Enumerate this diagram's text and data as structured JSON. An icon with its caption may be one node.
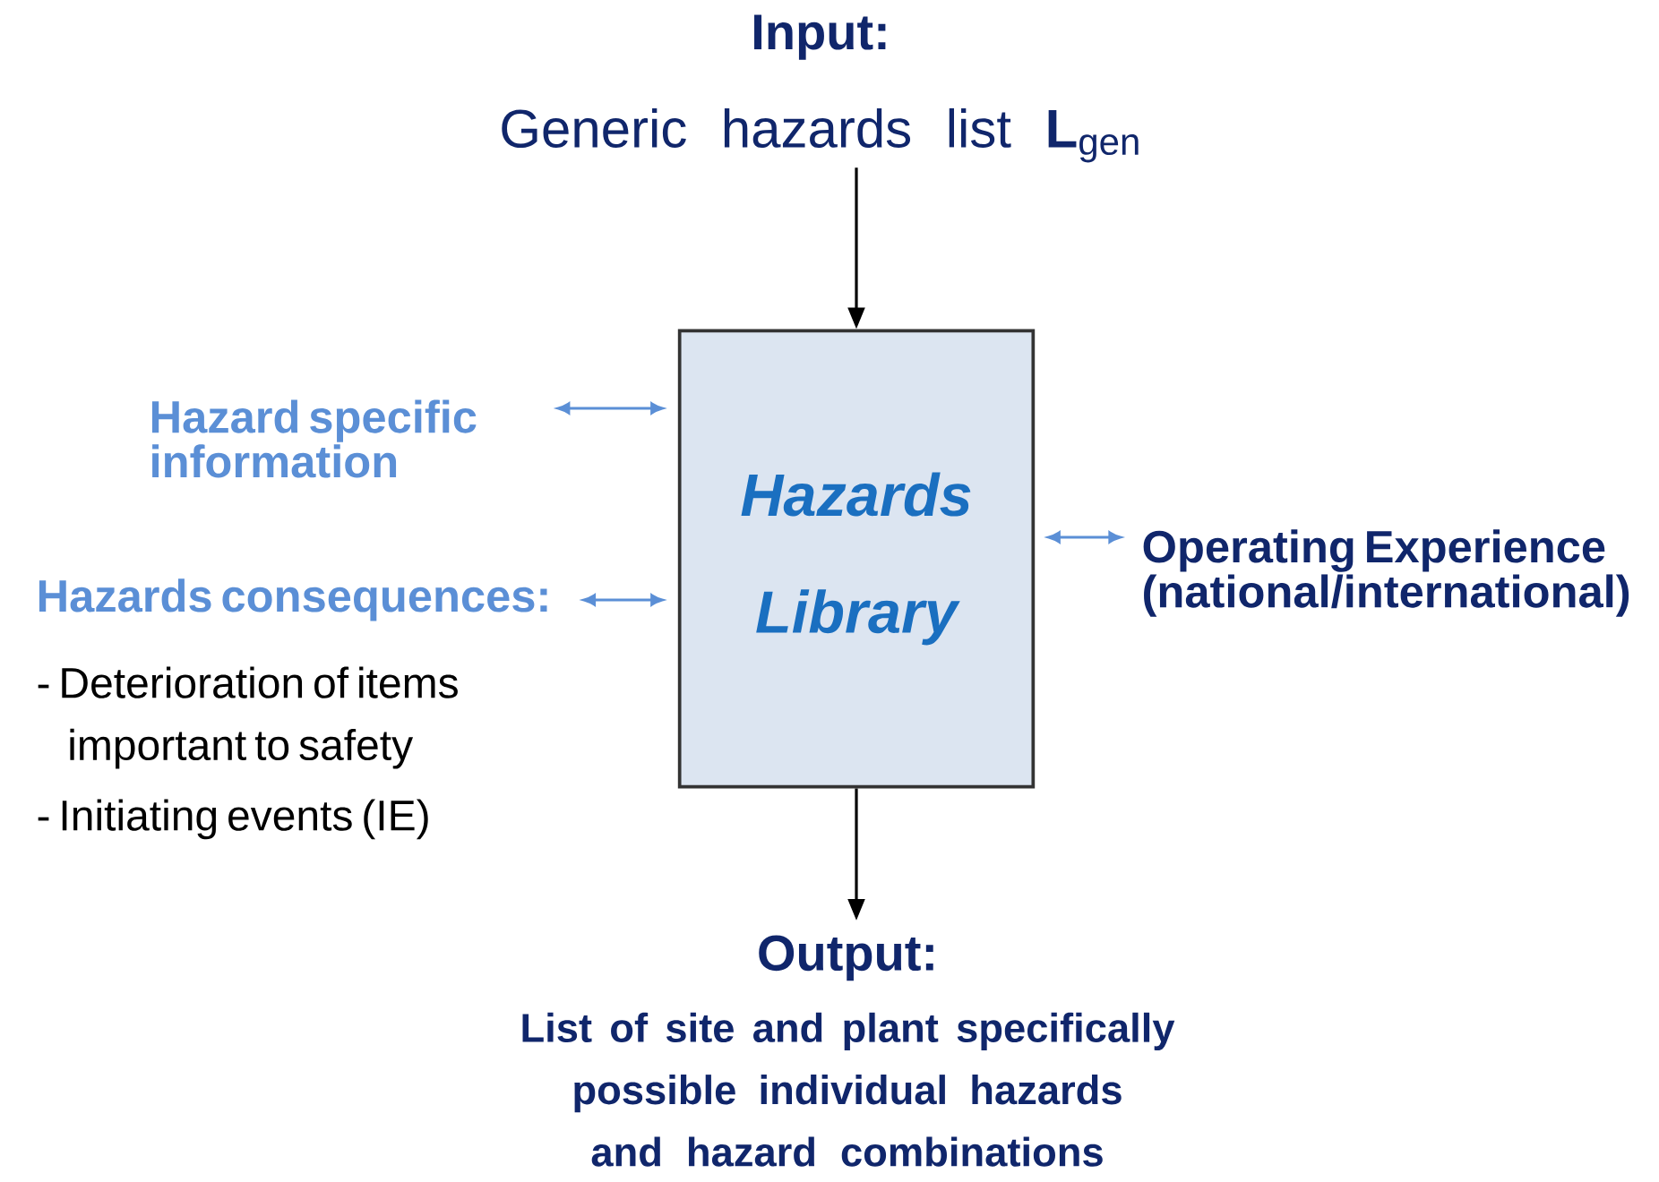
{
  "diagram": {
    "nodes": [
      {
        "text": [
          "Input:",
          "Generic hazards list **L**$_{gen}$"
        ]
      },
      {
        "text": [
          "Hazards Library"
        ]
      },
      {
        "text": [
          "Hazard specific information"
        ]
      },
      {
        "text": [
          "Hazards consequences:"
        ],
        "beside": [
          "- Deterioration of items important to safety",
          "- Initiating events  (IE)"
        ]
      },
      {
        "text": [
          "Operating Experience (national/international)"
        ]
      },
      {
        "text": [
          "Output:",
          "List of site and plant specifically possible individual hazards and hazard combinations"
        ]
      }
    ],
    "edges": [
      {
        "from": 0,
        "to": 1,
        "arrow": "to",
        "color": "#000000"
      },
      {
        "from": 2,
        "to": 1,
        "arrow": "both"
      },
      {
        "from": 3,
        "to": 1,
        "arrow": "both"
      },
      {
        "from": 1,
        "to": 4,
        "arrow": "both"
      },
      {
        "from": 1,
        "to": 5,
        "arrow": "to",
        "color": "#000000"
      }
    ]
  }
}
